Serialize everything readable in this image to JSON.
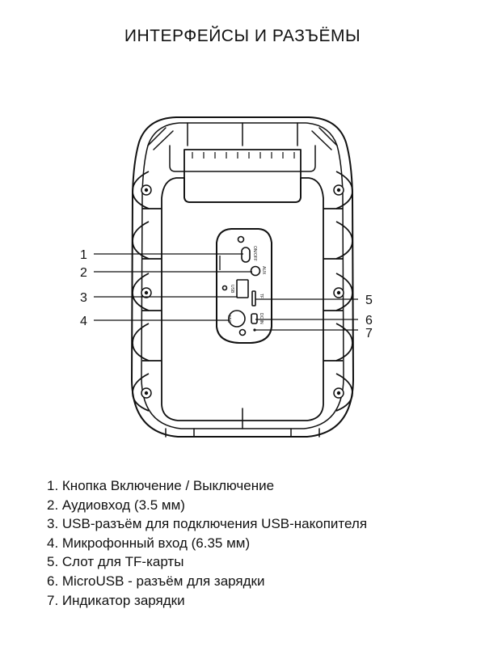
{
  "title": "ИНТЕРФЕЙСЫ И РАЗЪЁМЫ",
  "device": {
    "port_labels": {
      "power": "ON/OFF",
      "aux": "AUX",
      "tf": "TF",
      "usb": "USB",
      "mic": "MIC",
      "dcin": "DC IN"
    }
  },
  "callouts": [
    {
      "num": "1",
      "side": "left"
    },
    {
      "num": "2",
      "side": "left"
    },
    {
      "num": "3",
      "side": "left"
    },
    {
      "num": "4",
      "side": "left"
    },
    {
      "num": "5",
      "side": "right"
    },
    {
      "num": "6",
      "side": "right"
    },
    {
      "num": "7",
      "side": "right"
    }
  ],
  "legend": [
    "1. Кнопка Включение / Выключение",
    "2. Аудиовход (3.5 мм)",
    "3. USB-разъём для подключения USB-накопителя",
    "4. Микрофонный вход (6.35 мм)",
    "5. Слот для TF-карты",
    "6. MicroUSB - разъём для зарядки",
    "7. Индикатор зарядки"
  ],
  "colors": {
    "line": "#111111",
    "background": "#ffffff"
  }
}
